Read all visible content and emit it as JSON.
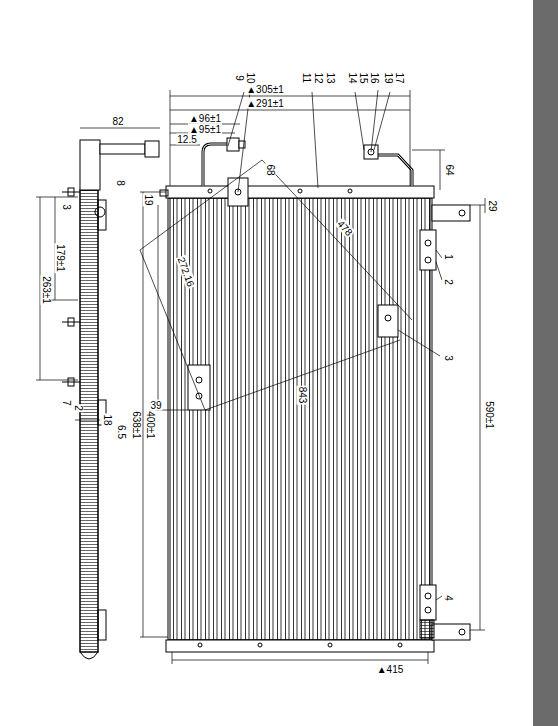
{
  "diagram": {
    "labels": [
      "82",
      "12.5",
      "▲96±1",
      "▲95±1",
      "▲305±1",
      "▲291±1",
      "10",
      "9",
      "11",
      "12",
      "13",
      "14",
      "15",
      "16",
      "19",
      "17",
      "64",
      "29",
      "1",
      "2",
      "3",
      "4",
      "8",
      "3",
      "179±1",
      "263±1",
      "7",
      "2",
      "18",
      "6.5",
      "39",
      "400±1",
      "638±1",
      "590±1",
      "▲415",
      "272.16",
      "68",
      "478",
      "843",
      "19"
    ]
  }
}
